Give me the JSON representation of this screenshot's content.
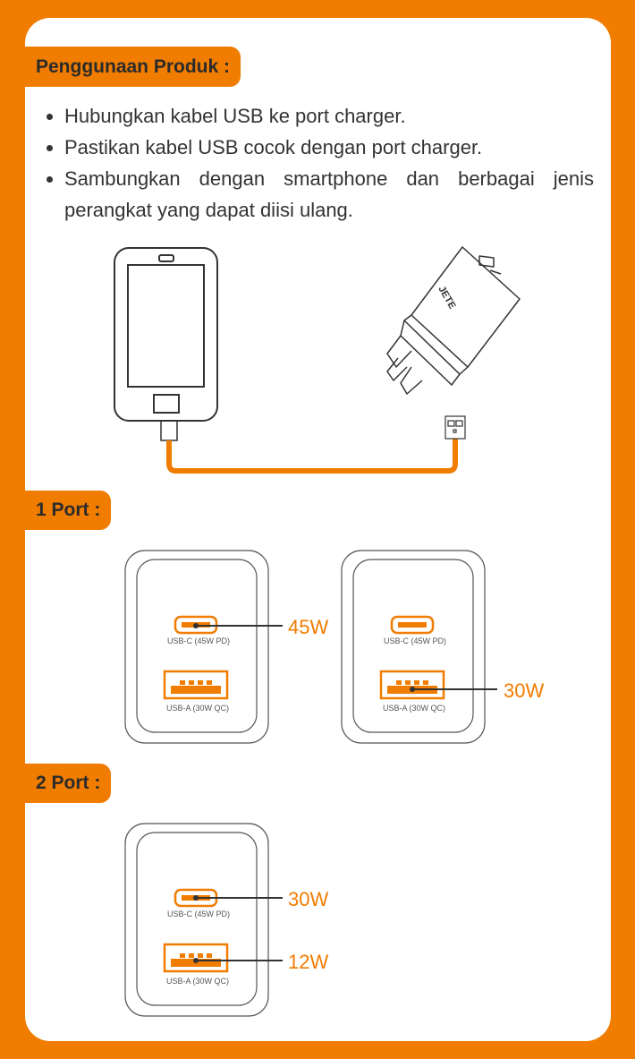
{
  "title": "Penggunaan Produk :",
  "instructions": [
    "Hubungkan kabel USB ke port charger.",
    "Pastikan kabel USB cocok dengan port charger.",
    "Sambungkan dengan smartphone dan berbagai jenis perangkat yang dapat diisi ulang."
  ],
  "brand": "JETE",
  "sections": {
    "one_port": {
      "label": "1 Port :",
      "chargers": [
        {
          "usb_c_label": "USB-C (45W PD)",
          "usb_a_label": "USB-A (30W QC)",
          "output": "45W",
          "active": "usb-c"
        },
        {
          "usb_c_label": "USB-C (45W PD)",
          "usb_a_label": "USB-A (30W QC)",
          "output": "30W",
          "active": "usb-a"
        }
      ]
    },
    "two_port": {
      "label": "2 Port :",
      "charger": {
        "usb_c_label": "USB-C (45W PD)",
        "usb_a_label": "USB-A (30W QC)",
        "usb_c_output": "30W",
        "usb_a_output": "12W"
      }
    }
  },
  "colors": {
    "accent": "#F07C00",
    "text": "#333333"
  }
}
